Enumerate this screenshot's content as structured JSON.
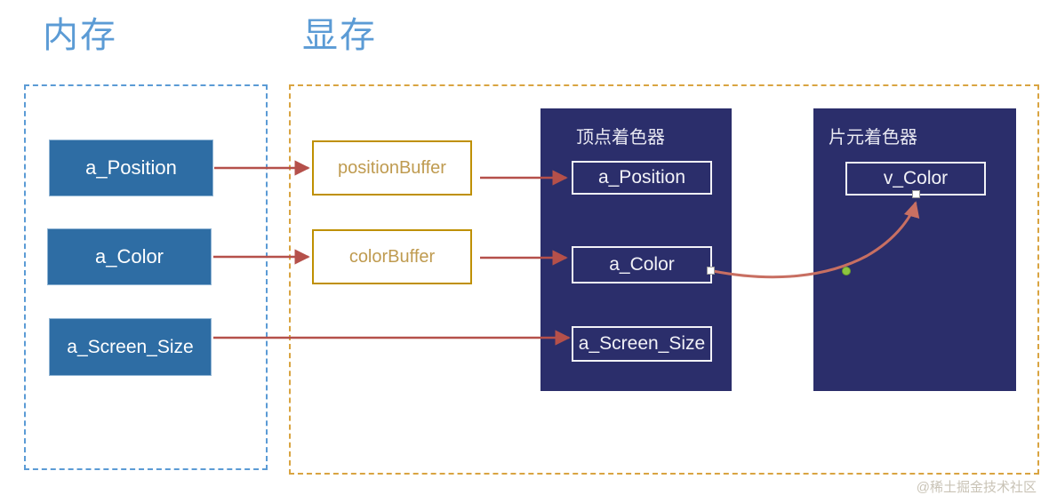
{
  "diagram": {
    "title_memory": "内存",
    "title_vram": "显存",
    "watermark": "@稀土掘金技术社区"
  },
  "memory_region": {
    "label": "内存",
    "boxes": [
      {
        "id": "a_Position",
        "label": "a_Position"
      },
      {
        "id": "a_Color",
        "label": "a_Color"
      },
      {
        "id": "a_Screen_Size",
        "label": "a_Screen_Size"
      }
    ]
  },
  "vram_region": {
    "label": "显存",
    "buffers": [
      {
        "id": "positionBuffer",
        "label": "positionBuffer"
      },
      {
        "id": "colorBuffer",
        "label": "colorBuffer"
      }
    ],
    "shaders": [
      {
        "id": "vertex-shader",
        "title": "顶点着色器",
        "variables": [
          {
            "id": "a_Position",
            "label": "a_Position"
          },
          {
            "id": "a_Color",
            "label": "a_Color"
          },
          {
            "id": "a_Screen_Size",
            "label": "a_Screen_Size"
          }
        ]
      },
      {
        "id": "fragment-shader",
        "title": "片元着色器",
        "variables": [
          {
            "id": "v_Color",
            "label": "v_Color"
          }
        ]
      }
    ]
  },
  "colors": {
    "title_blue": "#5b9bd5",
    "memory_box_fill": "#2e6da4",
    "memory_dash_border": "#5b9bd5",
    "vram_dash_border": "#d9a441",
    "buffer_border": "#bf9000",
    "buffer_text": "#bf9b50",
    "shader_panel_fill": "#2b2e6b",
    "arrow_red": "#b5504a",
    "curve_red": "#c86f62",
    "marker_green": "#8cc63f",
    "watermark_gray": "#c9c3b6"
  },
  "flows": [
    {
      "from": "a_Position",
      "to": "positionBuffer",
      "style": "straight-arrow"
    },
    {
      "from": "a_Color",
      "to": "colorBuffer",
      "style": "straight-arrow"
    },
    {
      "from": "a_Screen_Size",
      "to": "vertex-shader.a_Screen_Size",
      "style": "straight-arrow"
    },
    {
      "from": "positionBuffer",
      "to": "vertex-shader.a_Position",
      "style": "straight-arrow"
    },
    {
      "from": "colorBuffer",
      "to": "vertex-shader.a_Color",
      "style": "straight-arrow"
    },
    {
      "from": "vertex-shader.a_Color",
      "to": "fragment-shader.v_Color",
      "style": "curved-arrow"
    }
  ]
}
